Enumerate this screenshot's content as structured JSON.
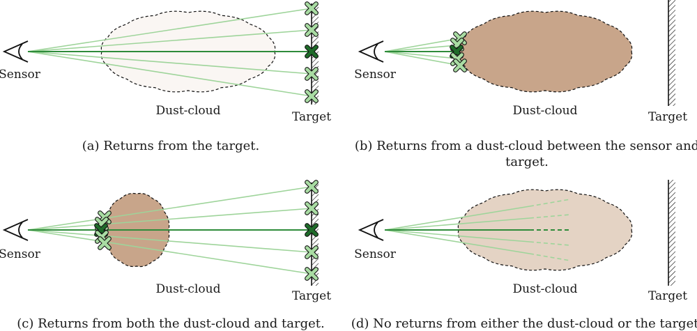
{
  "colors": {
    "cloud_clear": "#faf6f3",
    "cloud_dense": "#c8a58a",
    "cloud_light": "#e4d3c4",
    "ray_light": "#9ed49a",
    "ray_main": "#2e8b3a",
    "marker_light": "#a9dca3",
    "marker_dark": "#1f6b2a",
    "outline": "#111111"
  },
  "panels": [
    {
      "id": "a",
      "sensor_label": "Sensor",
      "cloud_label": "Dust-cloud",
      "target_label": "Target",
      "caption_lines": [
        "(a) Returns from the target."
      ]
    },
    {
      "id": "b",
      "sensor_label": "Sensor",
      "cloud_label": "Dust-cloud",
      "target_label": "Target",
      "caption_lines": [
        "(b) Returns from a dust-cloud between the sensor and",
        "target."
      ]
    },
    {
      "id": "c",
      "sensor_label": "Sensor",
      "cloud_label": "Dust-cloud",
      "target_label": "Target",
      "caption_lines": [
        "(c) Returns from both the dust-cloud and target."
      ]
    },
    {
      "id": "d",
      "sensor_label": "Sensor",
      "cloud_label": "Dust-cloud",
      "target_label": "Target",
      "caption_lines": [
        "(d) No returns from either the dust-cloud or the target."
      ]
    }
  ]
}
